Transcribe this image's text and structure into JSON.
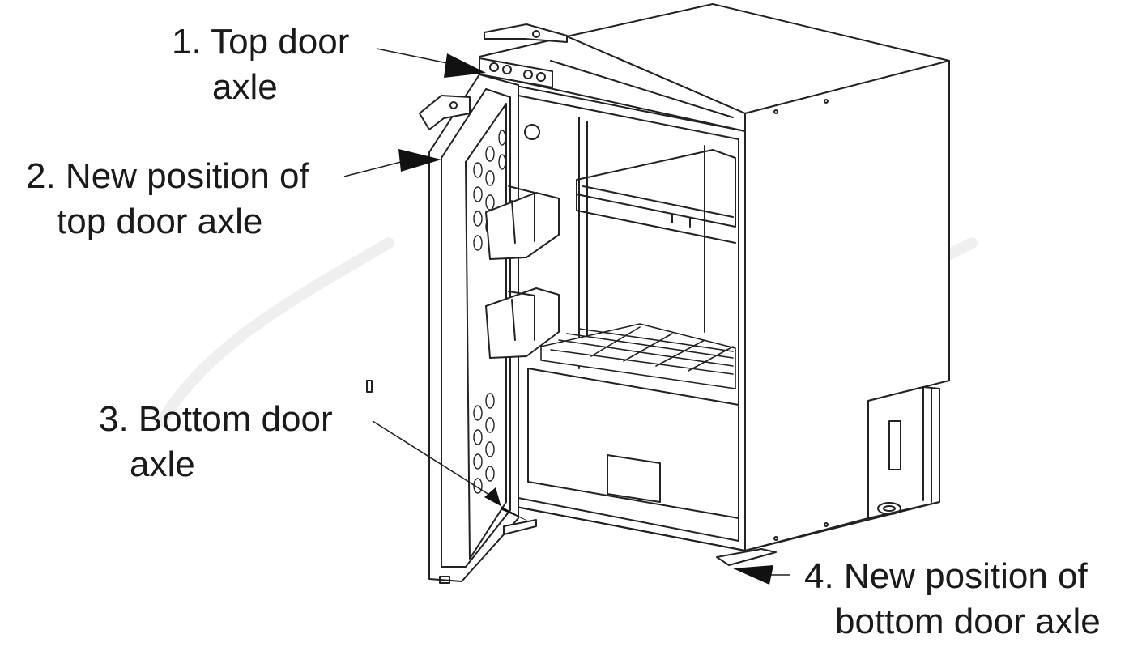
{
  "labels": [
    {
      "line1": "1. Top door",
      "line2": "axle"
    },
    {
      "line1": "2. New position of",
      "line2": "top door axle"
    },
    {
      "line1": "3. Bottom door",
      "line2": "axle"
    },
    {
      "line1": "4. New position of",
      "line2": "bottom door axle"
    }
  ],
  "colors": {
    "line": "#222222",
    "arrow": "#111111",
    "surface": "#ffffff",
    "watermark": "#f2f2f2"
  }
}
